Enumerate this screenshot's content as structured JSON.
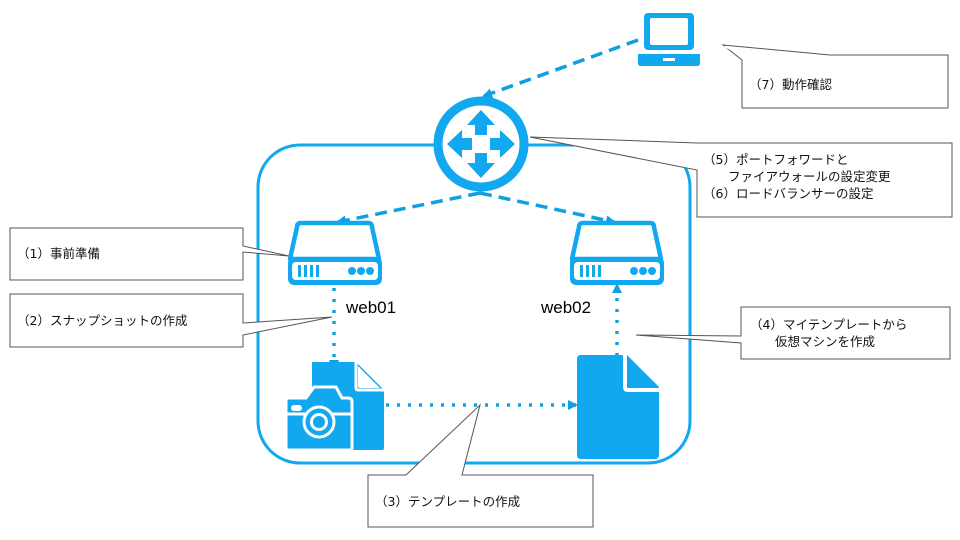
{
  "colors": {
    "accent": "#12A8F0",
    "connector": "#0EA0E0",
    "callout_border": "#555555"
  },
  "nodes": {
    "laptop": {
      "icon": "laptop-icon"
    },
    "router": {
      "icon": "router-icon"
    },
    "web01": {
      "icon": "server-icon",
      "label": "web01"
    },
    "web02": {
      "icon": "server-icon",
      "label": "web02"
    },
    "snapshot": {
      "icon": "snapshot-file-icon"
    },
    "template": {
      "icon": "document-icon"
    }
  },
  "callouts": {
    "step1": "（1）事前準備",
    "step2": "（2）スナップショットの作成",
    "step3": "（3）テンプレートの作成",
    "step4_line1": "（4）マイテンプレートから",
    "step4_line2": "　　仮想マシンを作成",
    "step5_line1": "（5）ポートフォワードと",
    "step5_line2": "　　ファイアウォールの設定変更",
    "step6": "（6）ロードバランサーの設定",
    "step7": "（7）動作確認"
  }
}
